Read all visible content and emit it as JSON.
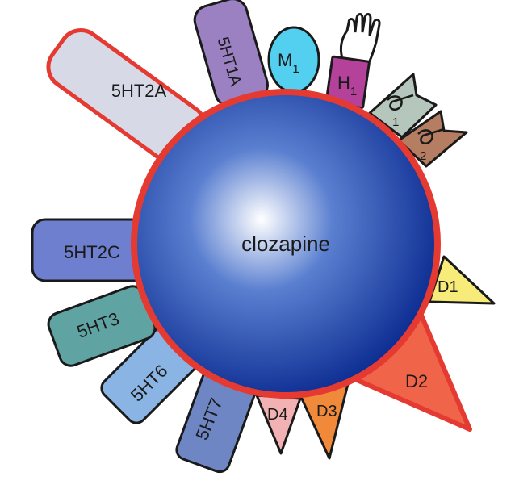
{
  "center": {
    "label": "clozapine"
  },
  "receptors": {
    "r5ht2a": {
      "label": "5HT2A",
      "fill": "#d7d9e6",
      "stroke": "#e53a31"
    },
    "r5ht1a": {
      "label": "5HT1A",
      "fill": "#9b80c2",
      "stroke": "#1a1a1a"
    },
    "m1": {
      "label": "M",
      "sub": "1",
      "fill": "#53d0f0",
      "stroke": "#1a1a1a"
    },
    "h1": {
      "label": "H",
      "sub": "1",
      "fill": "#b4419a",
      "stroke": "#1a1a1a"
    },
    "alpha1": {
      "sub": "1",
      "fill": "#b5c6bc",
      "stroke": "#1a1a1a"
    },
    "alpha2": {
      "sub": "2",
      "fill": "#b57d62",
      "stroke": "#1a1a1a"
    },
    "d1": {
      "label": "D1",
      "fill": "#f7eb7a",
      "stroke": "#1a1a1a"
    },
    "d2": {
      "label": "D2",
      "fill": "#f0644a",
      "stroke": "#e53a31"
    },
    "d3": {
      "label": "D3",
      "fill": "#f08a3a",
      "stroke": "#1a1a1a"
    },
    "d4": {
      "label": "D4",
      "fill": "#f2b2b4",
      "stroke": "#1a1a1a"
    },
    "r5ht7": {
      "label": "5HT7",
      "fill": "#6f86c4",
      "stroke": "#1a1a1a"
    },
    "r5ht6": {
      "label": "5HT6",
      "fill": "#8ab4e4",
      "stroke": "#1a1a1a"
    },
    "r5ht3": {
      "label": "5HT3",
      "fill": "#5fa3a3",
      "stroke": "#1a1a1a"
    },
    "r5ht2c": {
      "label": "5HT2C",
      "fill": "#6d7fce",
      "stroke": "#1a1a1a"
    }
  },
  "colors": {
    "sphere_center": "#ffffff",
    "sphere_mid": "#5a7fd0",
    "sphere_edge": "#0a2a90",
    "sphere_outline": "#e53a31",
    "hand_fill": "#ffffff"
  }
}
